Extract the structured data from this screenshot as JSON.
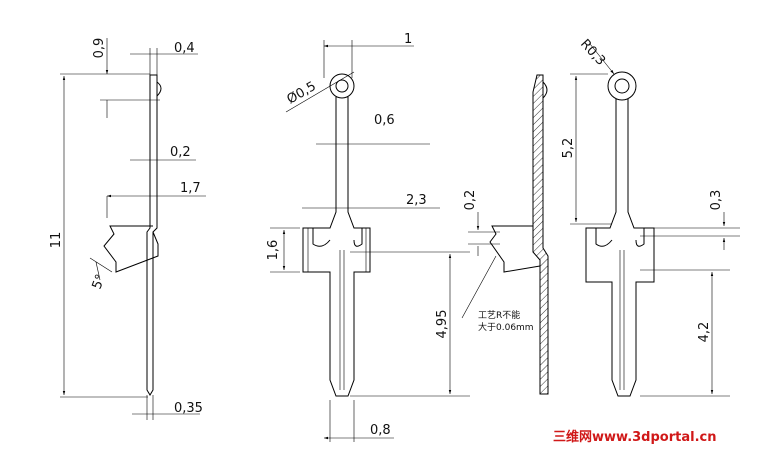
{
  "view_left": {
    "dim_top_offset": "0,9",
    "dim_top_thickness": "0,4",
    "dim_thickness": "0,2",
    "dim_barb_width": "1,7",
    "dim_total_length": "11",
    "dim_angle": "5°",
    "dim_tip_width": "0,35"
  },
  "view_front": {
    "dim_top_width": "1",
    "dim_hole": "Ø0,5",
    "dim_neck_width": "0,6",
    "dim_body_width": "2,3",
    "dim_body_height": "1,6",
    "dim_pin_length": "4,95",
    "dim_pin_width": "0,8"
  },
  "view_section": {
    "dim_step": "0,2",
    "note_line1": "工艺R不能",
    "note_line2": "大于0.06mm"
  },
  "view_right": {
    "dim_radius": "R0,3",
    "dim_upper_length": "5,2",
    "dim_slot": "0,3",
    "dim_lower_length": "4,2"
  },
  "watermark": "三维网www.3dportal.cn",
  "colors": {
    "line": "#000000",
    "watermark": "#d01818"
  }
}
